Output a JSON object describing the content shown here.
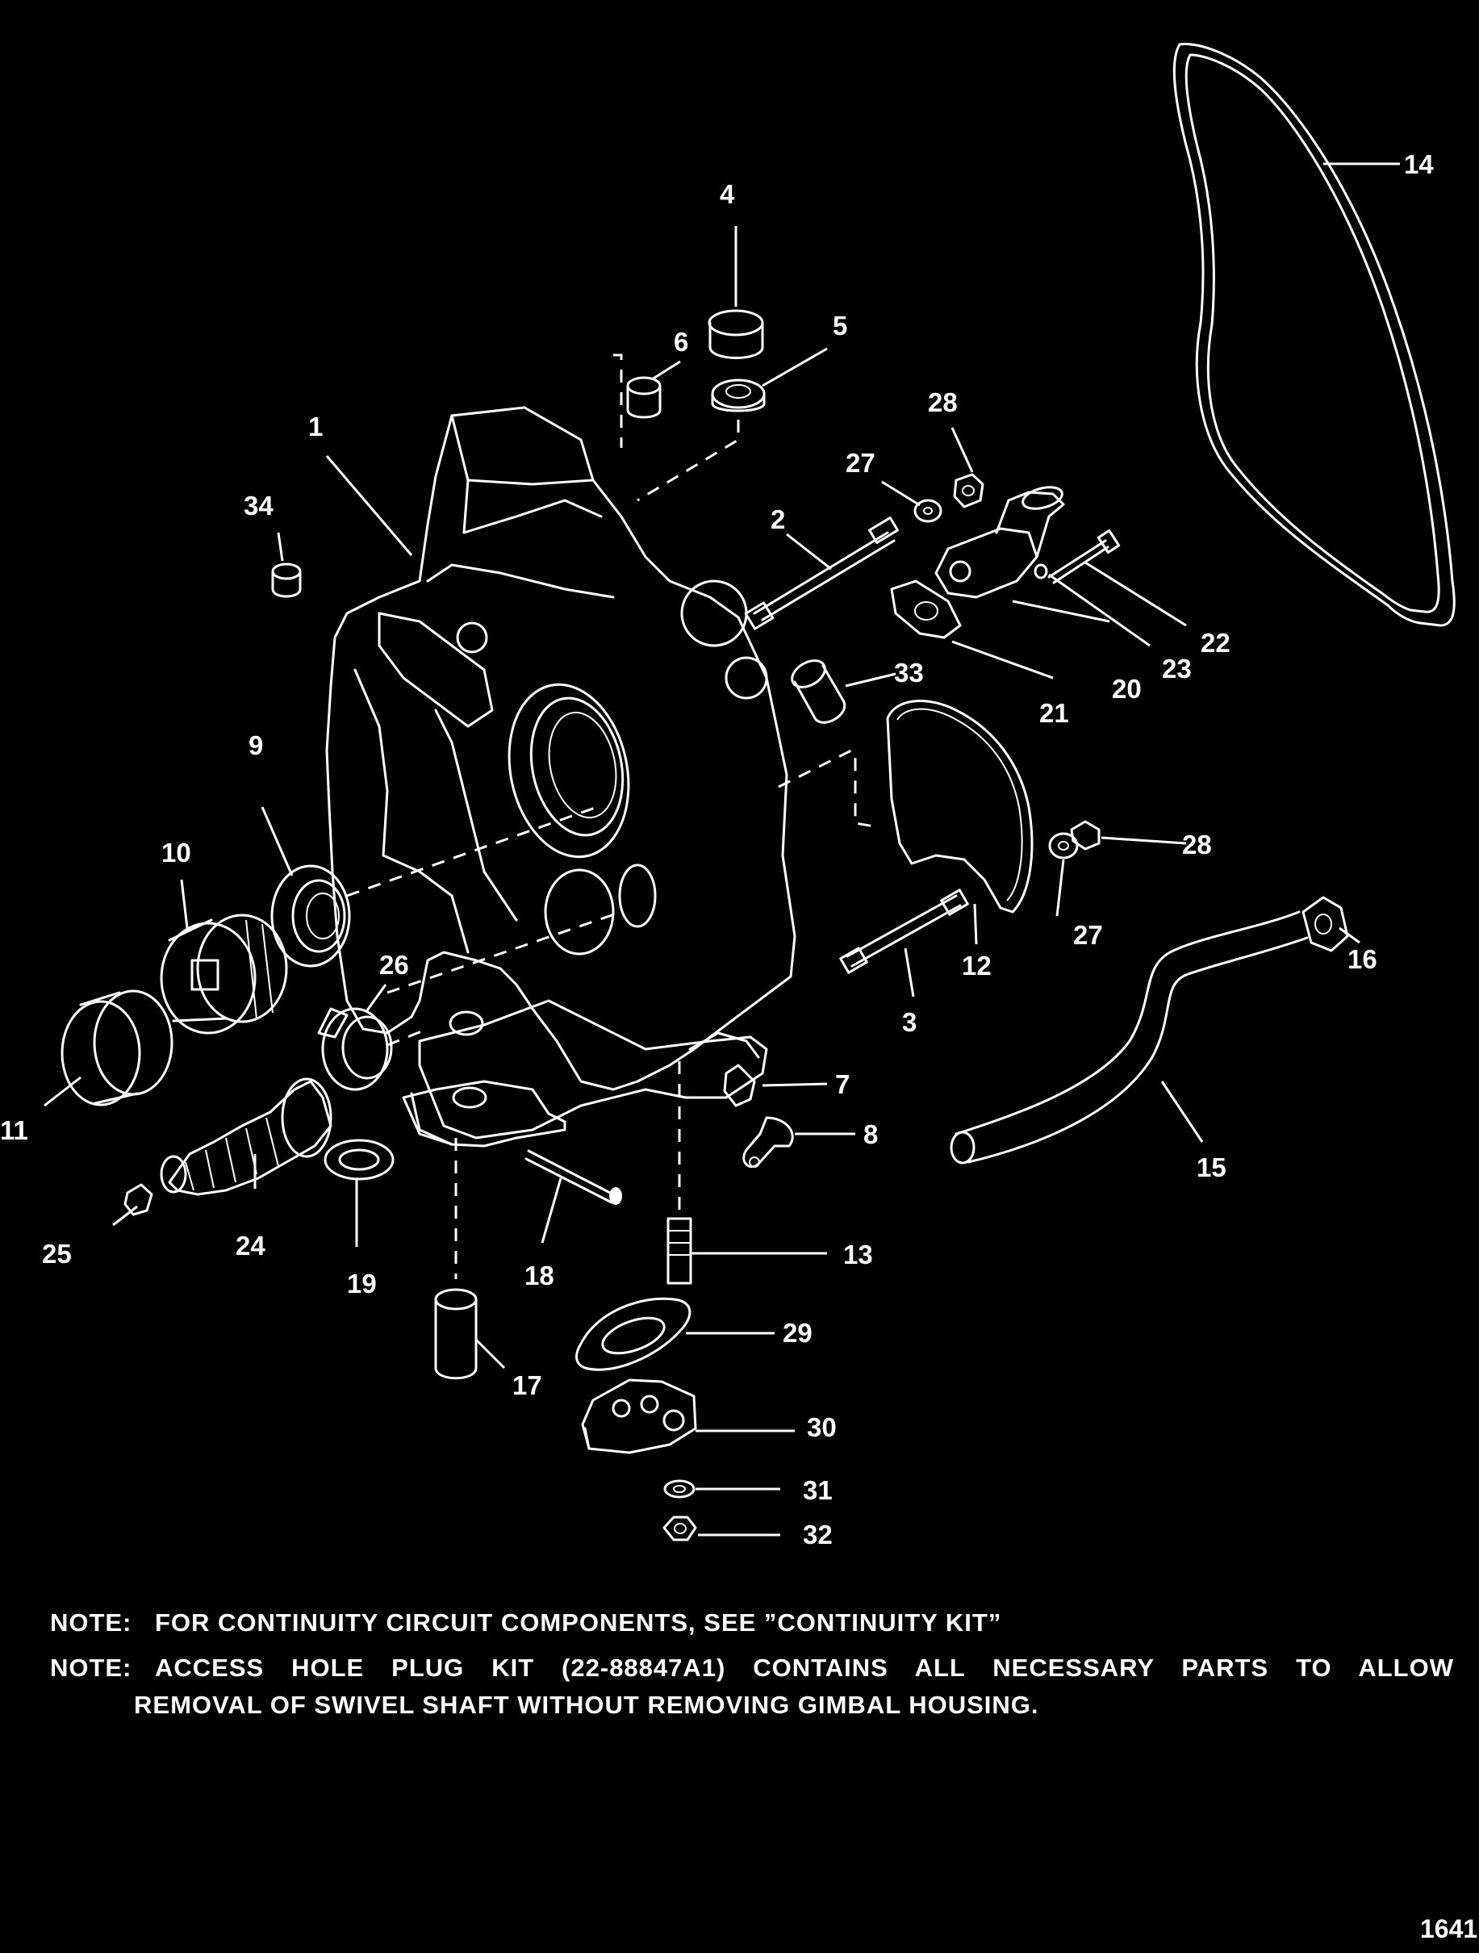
{
  "diagram": {
    "callouts": [
      "1",
      "2",
      "3",
      "4",
      "5",
      "6",
      "7",
      "8",
      "9",
      "10",
      "11",
      "12",
      "13",
      "14",
      "15",
      "16",
      "17",
      "18",
      "19",
      "20",
      "21",
      "22",
      "23",
      "24",
      "25",
      "26",
      "27",
      "28",
      "29",
      "30",
      "31",
      "32",
      "33",
      "34"
    ]
  },
  "notes": [
    {
      "tag": "NOTE:",
      "text": "FOR CONTINUITY CIRCUIT COMPONENTS, SEE ”CONTINUITY KIT”",
      "cont": ""
    },
    {
      "tag": "NOTE:",
      "text": "ACCESS HOLE PLUG KIT (22-88847A1) CONTAINS ALL NECESSARY PARTS TO ALLOW",
      "cont": "REMOVAL OF SWIVEL SHAFT WITHOUT REMOVING GIMBAL HOUSING."
    }
  ],
  "page_number": "1641"
}
